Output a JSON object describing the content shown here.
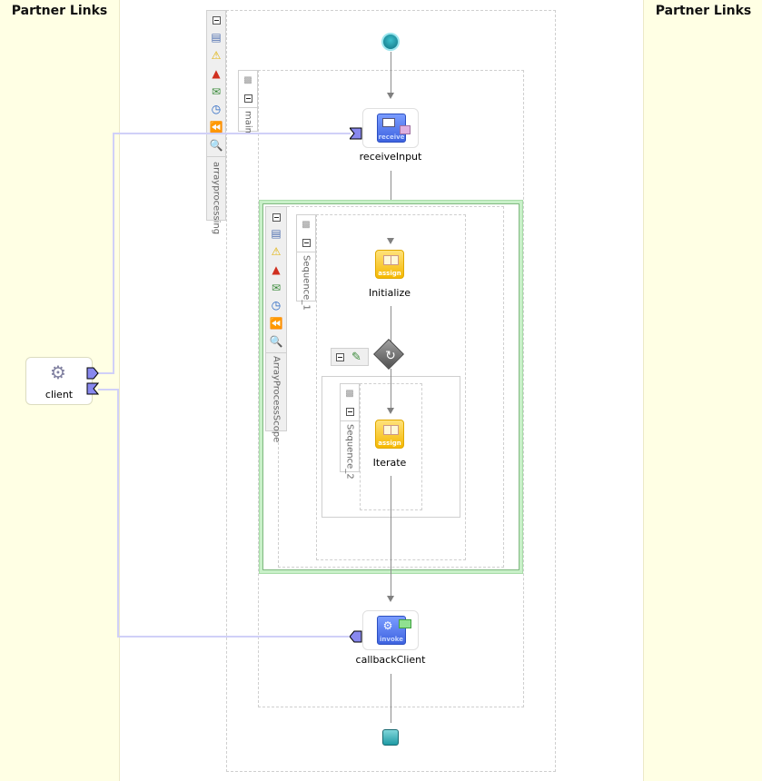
{
  "partner_links": {
    "left_title": "Partner Links",
    "right_title": "Partner Links",
    "client": {
      "label": "client",
      "icon": "gear-service-icon"
    }
  },
  "process": {
    "name": "arrayprocessing",
    "toolbar_icons": [
      "collapse-icon",
      "variables-icon",
      "warning-icon",
      "fault-icon",
      "event-icon",
      "alarm-icon",
      "compensation-icon",
      "zoom-icon"
    ]
  },
  "main_sequence": {
    "name": "main"
  },
  "activities": {
    "receive": {
      "label": "receiveInput",
      "badge": "receive"
    },
    "initialize": {
      "label": "Initialize",
      "badge": "assign"
    },
    "iterate": {
      "label": "Iterate",
      "badge": "assign"
    },
    "invoke": {
      "label": "callbackClient",
      "badge": "invoke"
    }
  },
  "scope": {
    "name": "ArrayProcessScope"
  },
  "sequence1": {
    "name": "Sequence_1"
  },
  "sequence2": {
    "name": "Sequence_2"
  },
  "colors": {
    "partner_pane": "#ffffe4",
    "scope_border": "#a8e0a8",
    "partner_link_line": "#d0d0f8",
    "start_end": "#2a9aa8"
  }
}
